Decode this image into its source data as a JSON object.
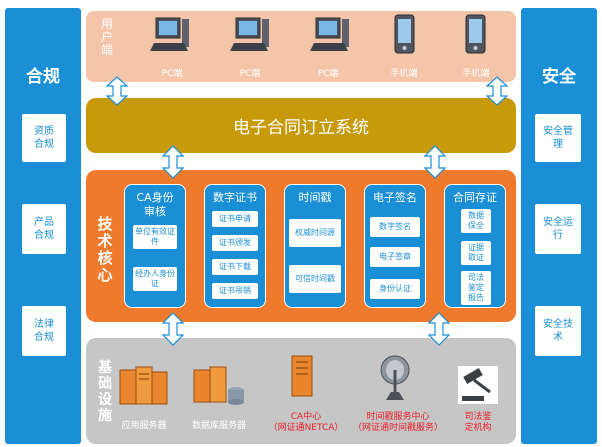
{
  "left": {
    "title": "合规",
    "items": [
      "资质合规",
      "产品合规",
      "法律合规"
    ]
  },
  "right": {
    "title": "安全",
    "items": [
      "安全管理",
      "安全运行",
      "安全技术"
    ]
  },
  "user": {
    "label": "用户端",
    "devices": [
      {
        "label": "PC端",
        "icon": "pc-icon"
      },
      {
        "label": "PC端",
        "icon": "pc-icon"
      },
      {
        "label": "PC端",
        "icon": "pc-icon"
      },
      {
        "label": "手机端",
        "icon": "phone-icon"
      },
      {
        "label": "手机端",
        "icon": "phone-icon"
      }
    ]
  },
  "system": {
    "title": "电子合同订立系统"
  },
  "tech": {
    "label": "技术核心",
    "modules": [
      {
        "title": "CA身份审核",
        "items": [
          "单位有效证件",
          "经办人身份证"
        ]
      },
      {
        "title": "数字证书",
        "items": [
          "证书申请",
          "证书颁发",
          "证书下载",
          "证书吊销"
        ]
      },
      {
        "title": "时间戳",
        "items": [
          "权威时间源",
          "可信时间戳"
        ]
      },
      {
        "title": "电子签名",
        "items": [
          "数字签名",
          "电子签章",
          "身份认证"
        ]
      },
      {
        "title": "合同存证",
        "items": [
          "数据保全",
          "证据取证",
          "司法鉴定报告"
        ]
      }
    ]
  },
  "infra": {
    "label": "基础设施",
    "items": [
      {
        "label": "应用服务器",
        "icon": "server-icon"
      },
      {
        "label": "数据库服务器",
        "icon": "database-server-icon"
      },
      {
        "label_line1": "CA中心",
        "label_line2": "（网证通NETCA）",
        "icon": "ca-server-icon"
      },
      {
        "label_line1": "时间戳服务中心",
        "label_line2": "（网证通时间戳服务）",
        "icon": "satellite-dish-icon"
      },
      {
        "label_line1": "司法鉴",
        "label_line2": "定机构",
        "icon": "gavel-icon"
      }
    ]
  },
  "colors": {
    "blue": "#1a8fd6",
    "peach": "#f5c5aa",
    "gold": "#c79a0c",
    "orange": "#f07a2c",
    "gray": "#c6c6c6",
    "red": "#e8202a"
  }
}
